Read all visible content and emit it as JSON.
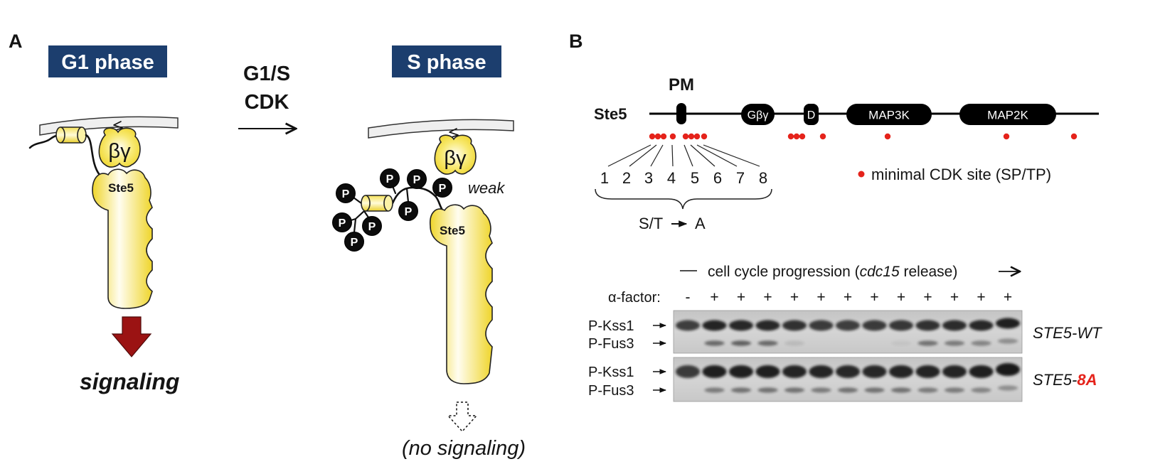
{
  "panel_a": {
    "label": "A",
    "g1_phase": "G1 phase",
    "s_phase": "S phase",
    "transition": {
      "line1": "G1/S",
      "line2": "CDK"
    },
    "gbg_label": "βγ",
    "ste5_label": "Ste5",
    "phospho_label": "P",
    "weak_label": "weak",
    "signaling_label": "signaling",
    "no_signaling_label": "(no signaling)"
  },
  "panel_b": {
    "label": "B",
    "pm_label": "PM",
    "protein_name": "Ste5",
    "domains": {
      "gbg": "Gβγ",
      "d": "D",
      "map3k": "MAP3K",
      "map2k": "MAP2K"
    },
    "site_numbers": [
      "1",
      "2",
      "3",
      "4",
      "5",
      "6",
      "7",
      "8"
    ],
    "mutation": {
      "from": "S/T",
      "to": "A"
    },
    "legend_label": "minimal CDK site (SP/TP)",
    "blot_header": {
      "prefix": "cell cycle progression (",
      "italic": "cdc15",
      "suffix": " release)"
    },
    "alpha_factor_label": "α-factor:",
    "alpha_factor_lanes": [
      "-",
      "+",
      "+",
      "+",
      "+",
      "+",
      "+",
      "+",
      "+",
      "+",
      "+",
      "+",
      "+"
    ],
    "band_labels": {
      "kss1": "P-Kss1",
      "fus3": "P-Fus3"
    },
    "blots": [
      {
        "name_prefix": "STE5-",
        "name_suffix": "WT",
        "kss1_intensity": [
          0.78,
          0.92,
          0.9,
          0.9,
          0.85,
          0.8,
          0.78,
          0.8,
          0.82,
          0.85,
          0.88,
          0.9,
          0.95
        ],
        "fus3_intensity": [
          0,
          0.55,
          0.6,
          0.55,
          0.1,
          0,
          0,
          0,
          0.05,
          0.5,
          0.45,
          0.4,
          0.35
        ]
      },
      {
        "name_prefix": "STE5-",
        "name_suffix": "8A",
        "kss1_intensity": [
          0.8,
          0.95,
          0.95,
          0.95,
          0.92,
          0.92,
          0.9,
          0.9,
          0.92,
          0.92,
          0.92,
          0.95,
          0.98
        ],
        "fus3_intensity": [
          0,
          0.45,
          0.5,
          0.5,
          0.5,
          0.45,
          0.5,
          0.5,
          0.5,
          0.45,
          0.45,
          0.4,
          0.35
        ]
      }
    ]
  },
  "colors": {
    "header_box": "#1c3e6e",
    "signal_arrow": "#9b1313",
    "signaling_text": "#8a1616",
    "pm_label": "#1d22d8",
    "cdk_site": "#e5231b",
    "mutant_highlight": "#e5231b"
  }
}
